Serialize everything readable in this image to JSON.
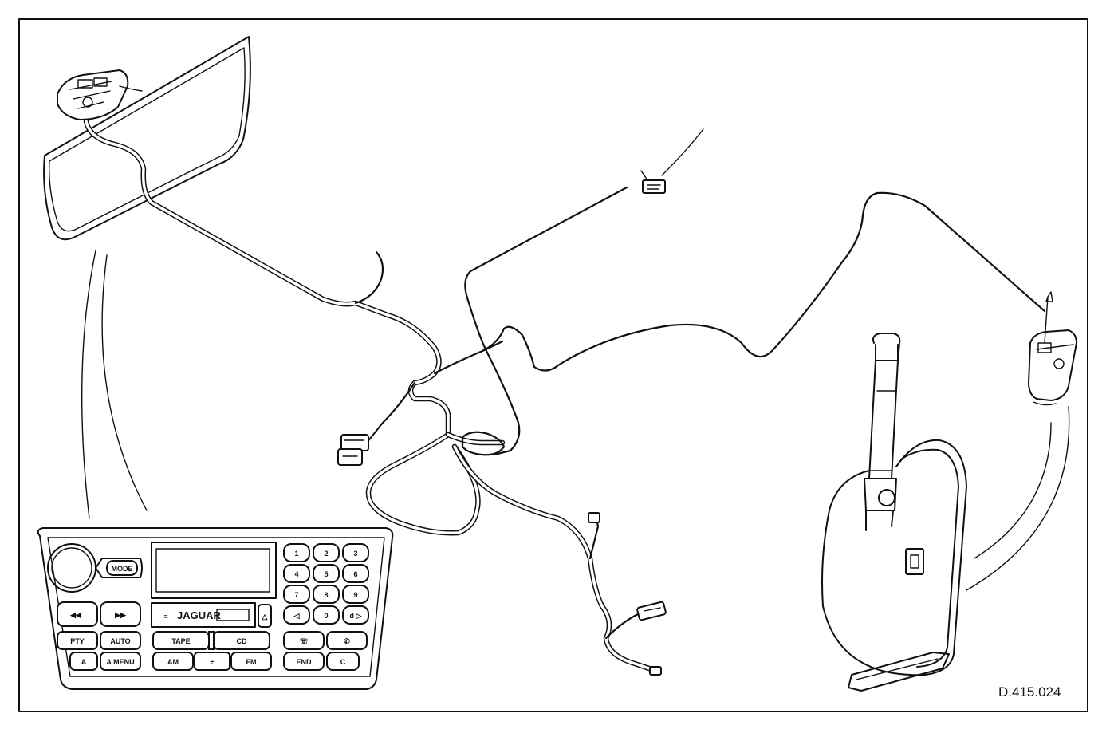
{
  "diagram": {
    "reference_code": "D.415.024",
    "radio_brand": "JAGUAR",
    "radio_buttons": {
      "mode": "MODE",
      "seek_down": "◀◀",
      "seek_up": "▶▶",
      "pty": "PTY",
      "auto": "AUTO",
      "a": "A",
      "a_menu": "A MENU",
      "tape": "TAPE",
      "cd": "CD",
      "am": "AM",
      "fm": "FM",
      "eject": "△",
      "cassette_icon": "≡",
      "separator": "÷",
      "preset_1": "1",
      "preset_2": "2",
      "preset_3": "3",
      "preset_4": "4",
      "preset_5": "5",
      "preset_6": "6",
      "preset_7": "7",
      "preset_8": "8",
      "preset_9": "9",
      "preset_dir_left": "◁ ",
      "preset_0": "0",
      "preset_dir_right": "d ▷",
      "tel_1": "☏",
      "tel_2": "✆",
      "end": "END",
      "c": "C"
    }
  }
}
